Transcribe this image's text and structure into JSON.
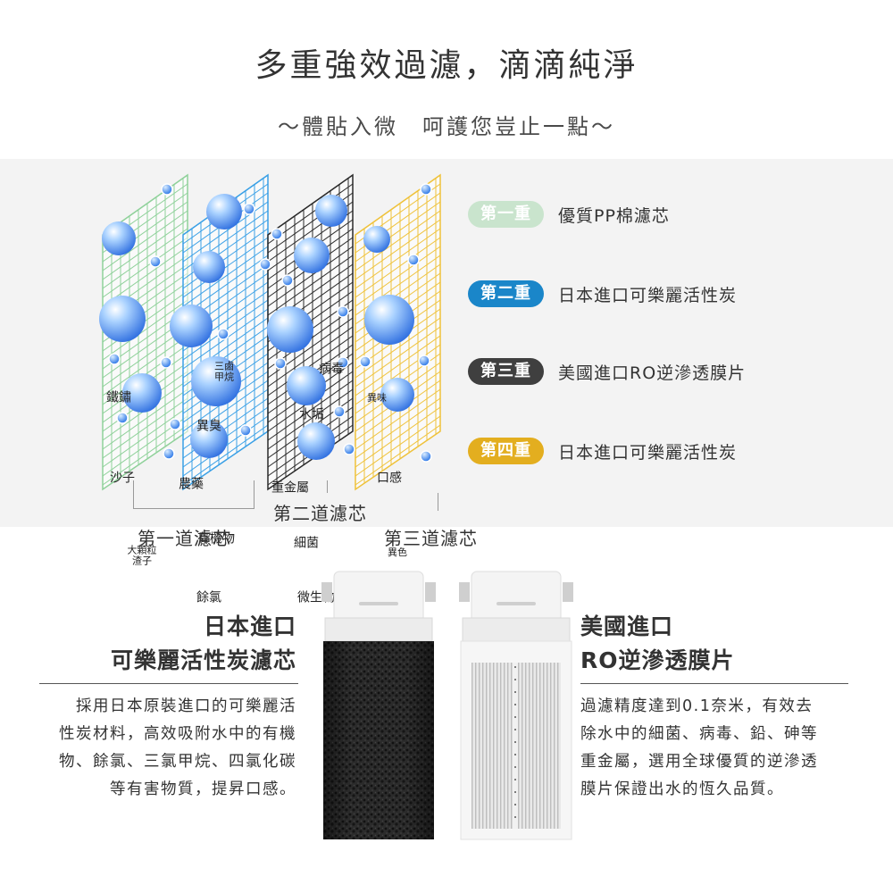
{
  "header": {
    "title": "多重強效過濾，滴滴純淨",
    "subtitle": "～體貼入微　呵護您豈止一點～"
  },
  "contaminants": {
    "iron_rust": "鐵鏽",
    "sand": "沙子",
    "large_particles_line1": "大顆粒",
    "large_particles_line2": "渣子",
    "thm_line1": "三鹵",
    "thm_line2": "甲烷",
    "odor": "異臭",
    "pesticide": "農藥",
    "organics": "有機物",
    "residual_chlorine": "餘氯",
    "virus": "病毒",
    "scale": "水垢",
    "heavy_metal": "重金屬",
    "bacteria": "細菌",
    "microbes": "微生物",
    "off_taste": "異味",
    "mouthfeel": "口感",
    "off_color": "異色"
  },
  "stages": [
    {
      "badge": "第一重",
      "text": "優質PP棉濾芯",
      "color": "#c9e4cd"
    },
    {
      "badge": "第二重",
      "text": "日本進口可樂麗活性炭",
      "color": "#1a86c9"
    },
    {
      "badge": "第三重",
      "text": "美國進口RO逆滲透膜片",
      "color": "#3f3f3f"
    },
    {
      "badge": "第四重",
      "text": "日本進口可樂麗活性炭",
      "color": "#e3ae1f"
    }
  ],
  "filter_captions": {
    "first": "第一道濾芯",
    "second": "第二道濾芯",
    "third": "第三道濾芯"
  },
  "carbon_cartridge": {
    "heading_line1": "日本進口",
    "heading_line2": "可樂麗活性炭濾芯",
    "desc_line1": "採用日本原裝進口的可樂麗活",
    "desc_line2": "性炭材料，高效吸附水中的有機",
    "desc_line3": "物、餘氯、三氯甲烷、四氯化碳",
    "desc_line4": "等有害物質，提昇口感。"
  },
  "ro_cartridge": {
    "heading_line1": "美國進口",
    "heading_line2": "RO逆滲透膜片",
    "desc_line1": "過濾精度達到0.1奈米，有效去",
    "desc_line2": "除水中的細菌、病毒、鉛、砷等",
    "desc_line3": "重金屬，選用全球優質的逆滲透",
    "desc_line4": "膜片保證出水的恆久品質。"
  }
}
